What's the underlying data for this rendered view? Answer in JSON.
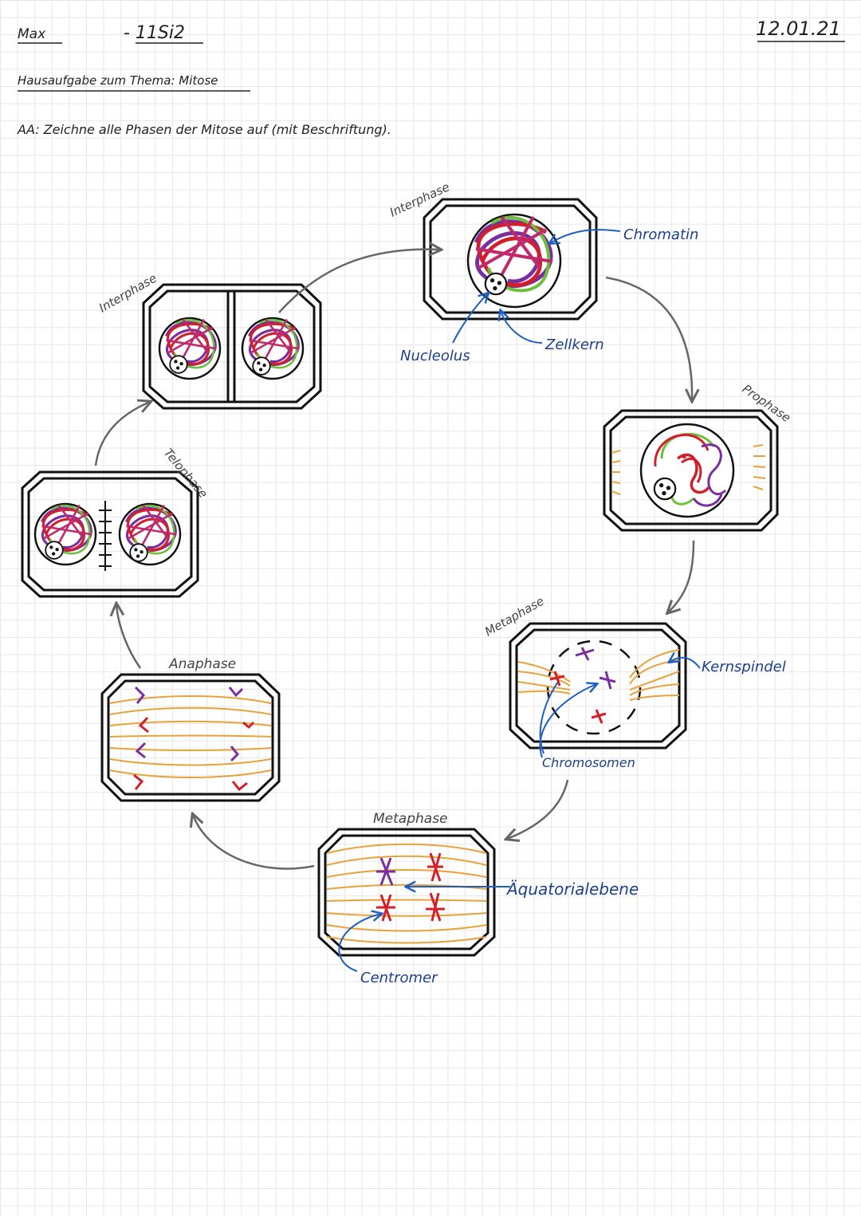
{
  "header": {
    "name": "Max",
    "class": "- 11Si2",
    "date": "12.01.21",
    "topic": "Hausaufgabe zum Thema: Mitose",
    "task": "AA: Zeichne alle Phasen der Mitose auf (mit Beschriftung)."
  },
  "phases": {
    "interphase_top": "Interphase",
    "prophase": "Prophase",
    "prometaphase": "Metaphase",
    "metaphase": "Metaphase",
    "anaphase": "Anaphase",
    "telophase": "Telophase",
    "interphase_left": "Interphase"
  },
  "labels": {
    "chromatin": "Chromatin",
    "nucleolus": "Nucleolus",
    "zellkern": "Zellkern",
    "kernspindel": "Kernspindel",
    "chromosomen": "Chromosomen",
    "aequatorialebene": "Äquatorialebene",
    "centromer": "Centromer"
  },
  "colors": {
    "ink": "#111111",
    "annotation_blue": "#1b5fc4",
    "spindle_orange": "#e8a23a",
    "chromosome_red": "#d21f2a",
    "chromosome_purple": "#7a2fa0",
    "chromatin_green": "#6cbf3c",
    "cycle_arrow_gray": "#666666"
  }
}
